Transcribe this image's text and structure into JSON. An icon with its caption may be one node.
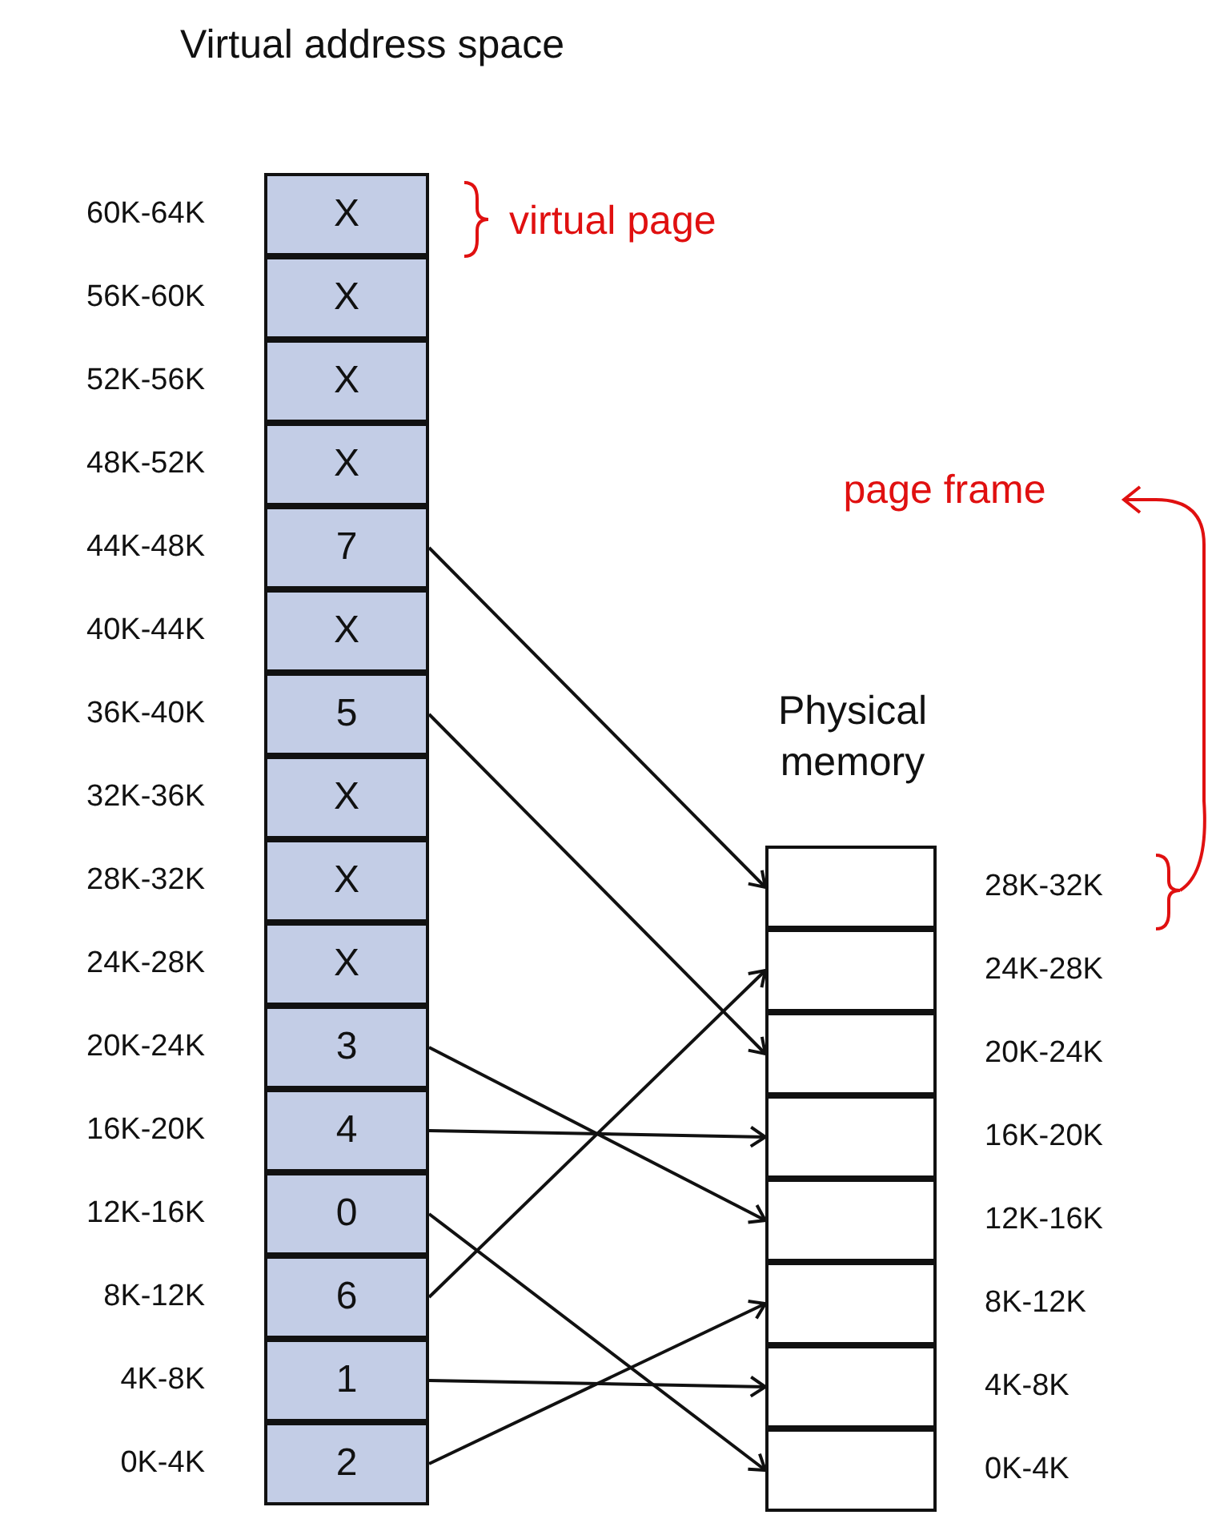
{
  "diagram": {
    "nodes": [
      {
        "text": [
          "X"
        ],
        "beside": [
          "60K-64K"
        ]
      },
      {
        "text": [
          "X"
        ],
        "beside": [
          "56K-60K"
        ]
      },
      {
        "text": [
          "X"
        ],
        "beside": [
          "52K-56K"
        ]
      },
      {
        "text": [
          "X"
        ],
        "beside": [
          "48K-52K"
        ]
      },
      {
        "text": [
          "7"
        ],
        "beside": [
          "44K-48K"
        ]
      },
      {
        "text": [
          "X"
        ],
        "beside": [
          "40K-44K"
        ]
      },
      {
        "text": [
          "5"
        ],
        "beside": [
          "36K-40K"
        ]
      },
      {
        "text": [
          "X"
        ],
        "beside": [
          "32K-36K"
        ]
      },
      {
        "text": [
          "X"
        ],
        "beside": [
          "28K-32K"
        ]
      },
      {
        "text": [
          "X"
        ],
        "beside": [
          "24K-28K"
        ]
      },
      {
        "text": [
          "3"
        ],
        "beside": [
          "20K-24K"
        ]
      },
      {
        "text": [
          "4"
        ],
        "beside": [
          "16K-20K"
        ]
      },
      {
        "text": [
          "0"
        ],
        "beside": [
          "12K-16K"
        ]
      },
      {
        "text": [
          "6"
        ],
        "beside": [
          "8K-12K"
        ]
      },
      {
        "text": [
          "1"
        ],
        "beside": [
          "4K-8K"
        ]
      },
      {
        "text": [
          "2"
        ],
        "beside": [
          "0K-4K"
        ]
      },
      {
        "text": [],
        "shape": "box",
        "beside": [
          "28K-32K"
        ]
      },
      {
        "text": [],
        "shape": "box",
        "beside": [
          "24K-28K"
        ]
      },
      {
        "text": [],
        "shape": "box",
        "beside": [
          "20K-24K"
        ]
      },
      {
        "text": [],
        "shape": "box",
        "beside": [
          "16K-20K"
        ]
      },
      {
        "text": [],
        "shape": "box",
        "beside": [
          "12K-16K"
        ]
      },
      {
        "text": [],
        "shape": "box",
        "beside": [
          "8K-12K"
        ]
      },
      {
        "text": [],
        "shape": "box",
        "beside": [
          "4K-8K"
        ]
      },
      {
        "text": [],
        "shape": "box",
        "beside": [
          "0K-4K"
        ]
      }
    ],
    "edges": [
      {
        "from": 4,
        "to": 16,
        "arrow": "to"
      },
      {
        "from": 6,
        "to": 18,
        "arrow": "to"
      },
      {
        "from": 10,
        "to": 20,
        "arrow": "to"
      },
      {
        "from": 11,
        "to": 19,
        "arrow": "to"
      },
      {
        "from": 12,
        "to": 23,
        "arrow": "to"
      },
      {
        "from": 13,
        "to": 17,
        "arrow": "to"
      },
      {
        "from": 14,
        "to": 22,
        "arrow": "to"
      },
      {
        "from": 15,
        "to": 21,
        "arrow": "to"
      }
    ],
    "labels": [
      "Virtual address space",
      "Physical memory",
      "virtual page",
      "page frame"
    ]
  }
}
